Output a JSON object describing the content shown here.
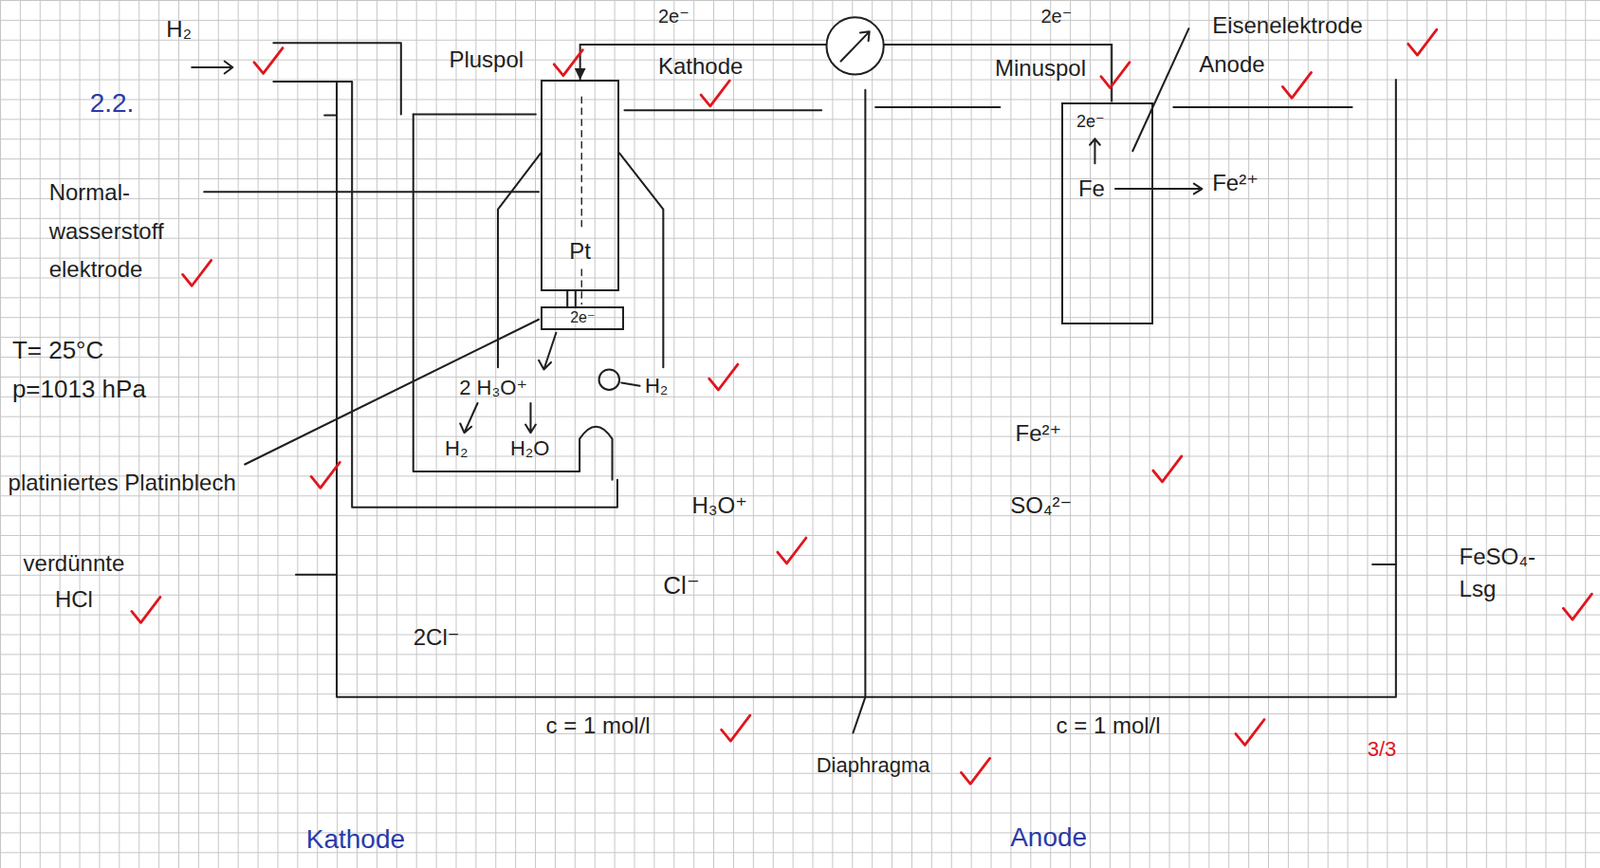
{
  "diagram": {
    "nodes": [
      {
        "text": [
          "Pt"
        ]
      },
      {
        "text": [
          "2e⁻",
          "Fe"
        ]
      },
      {
        "text": [
          "2e⁻"
        ]
      }
    ],
    "edges": [
      {
        "from": 1,
        "to": 0,
        "arrow": "to"
      }
    ],
    "labels": [
      "2.2.",
      "H₂",
      "2e⁻",
      "Pluspol",
      "Kathode",
      "2e⁻",
      "Minuspol",
      "Eisenelektrode",
      "Anode",
      "Fe²⁺",
      "Normal- wasserstoff elektrode",
      "T= 25°C",
      "p=1013 hPa",
      "2 H₃O⁺",
      "H₂",
      "H₂O",
      "H₂",
      "platiniertes Platinblech",
      "verdünnte HCl",
      "H₃O⁺",
      "Cl⁻",
      "2Cl⁻",
      "Fe²⁺",
      "SO₄²⁻",
      "FeSO₄- Lsg",
      "c = 1 mol/l",
      "c = 1 mol/l",
      "Diaphragma",
      "3/3",
      "Kathode",
      "Anode"
    ]
  }
}
